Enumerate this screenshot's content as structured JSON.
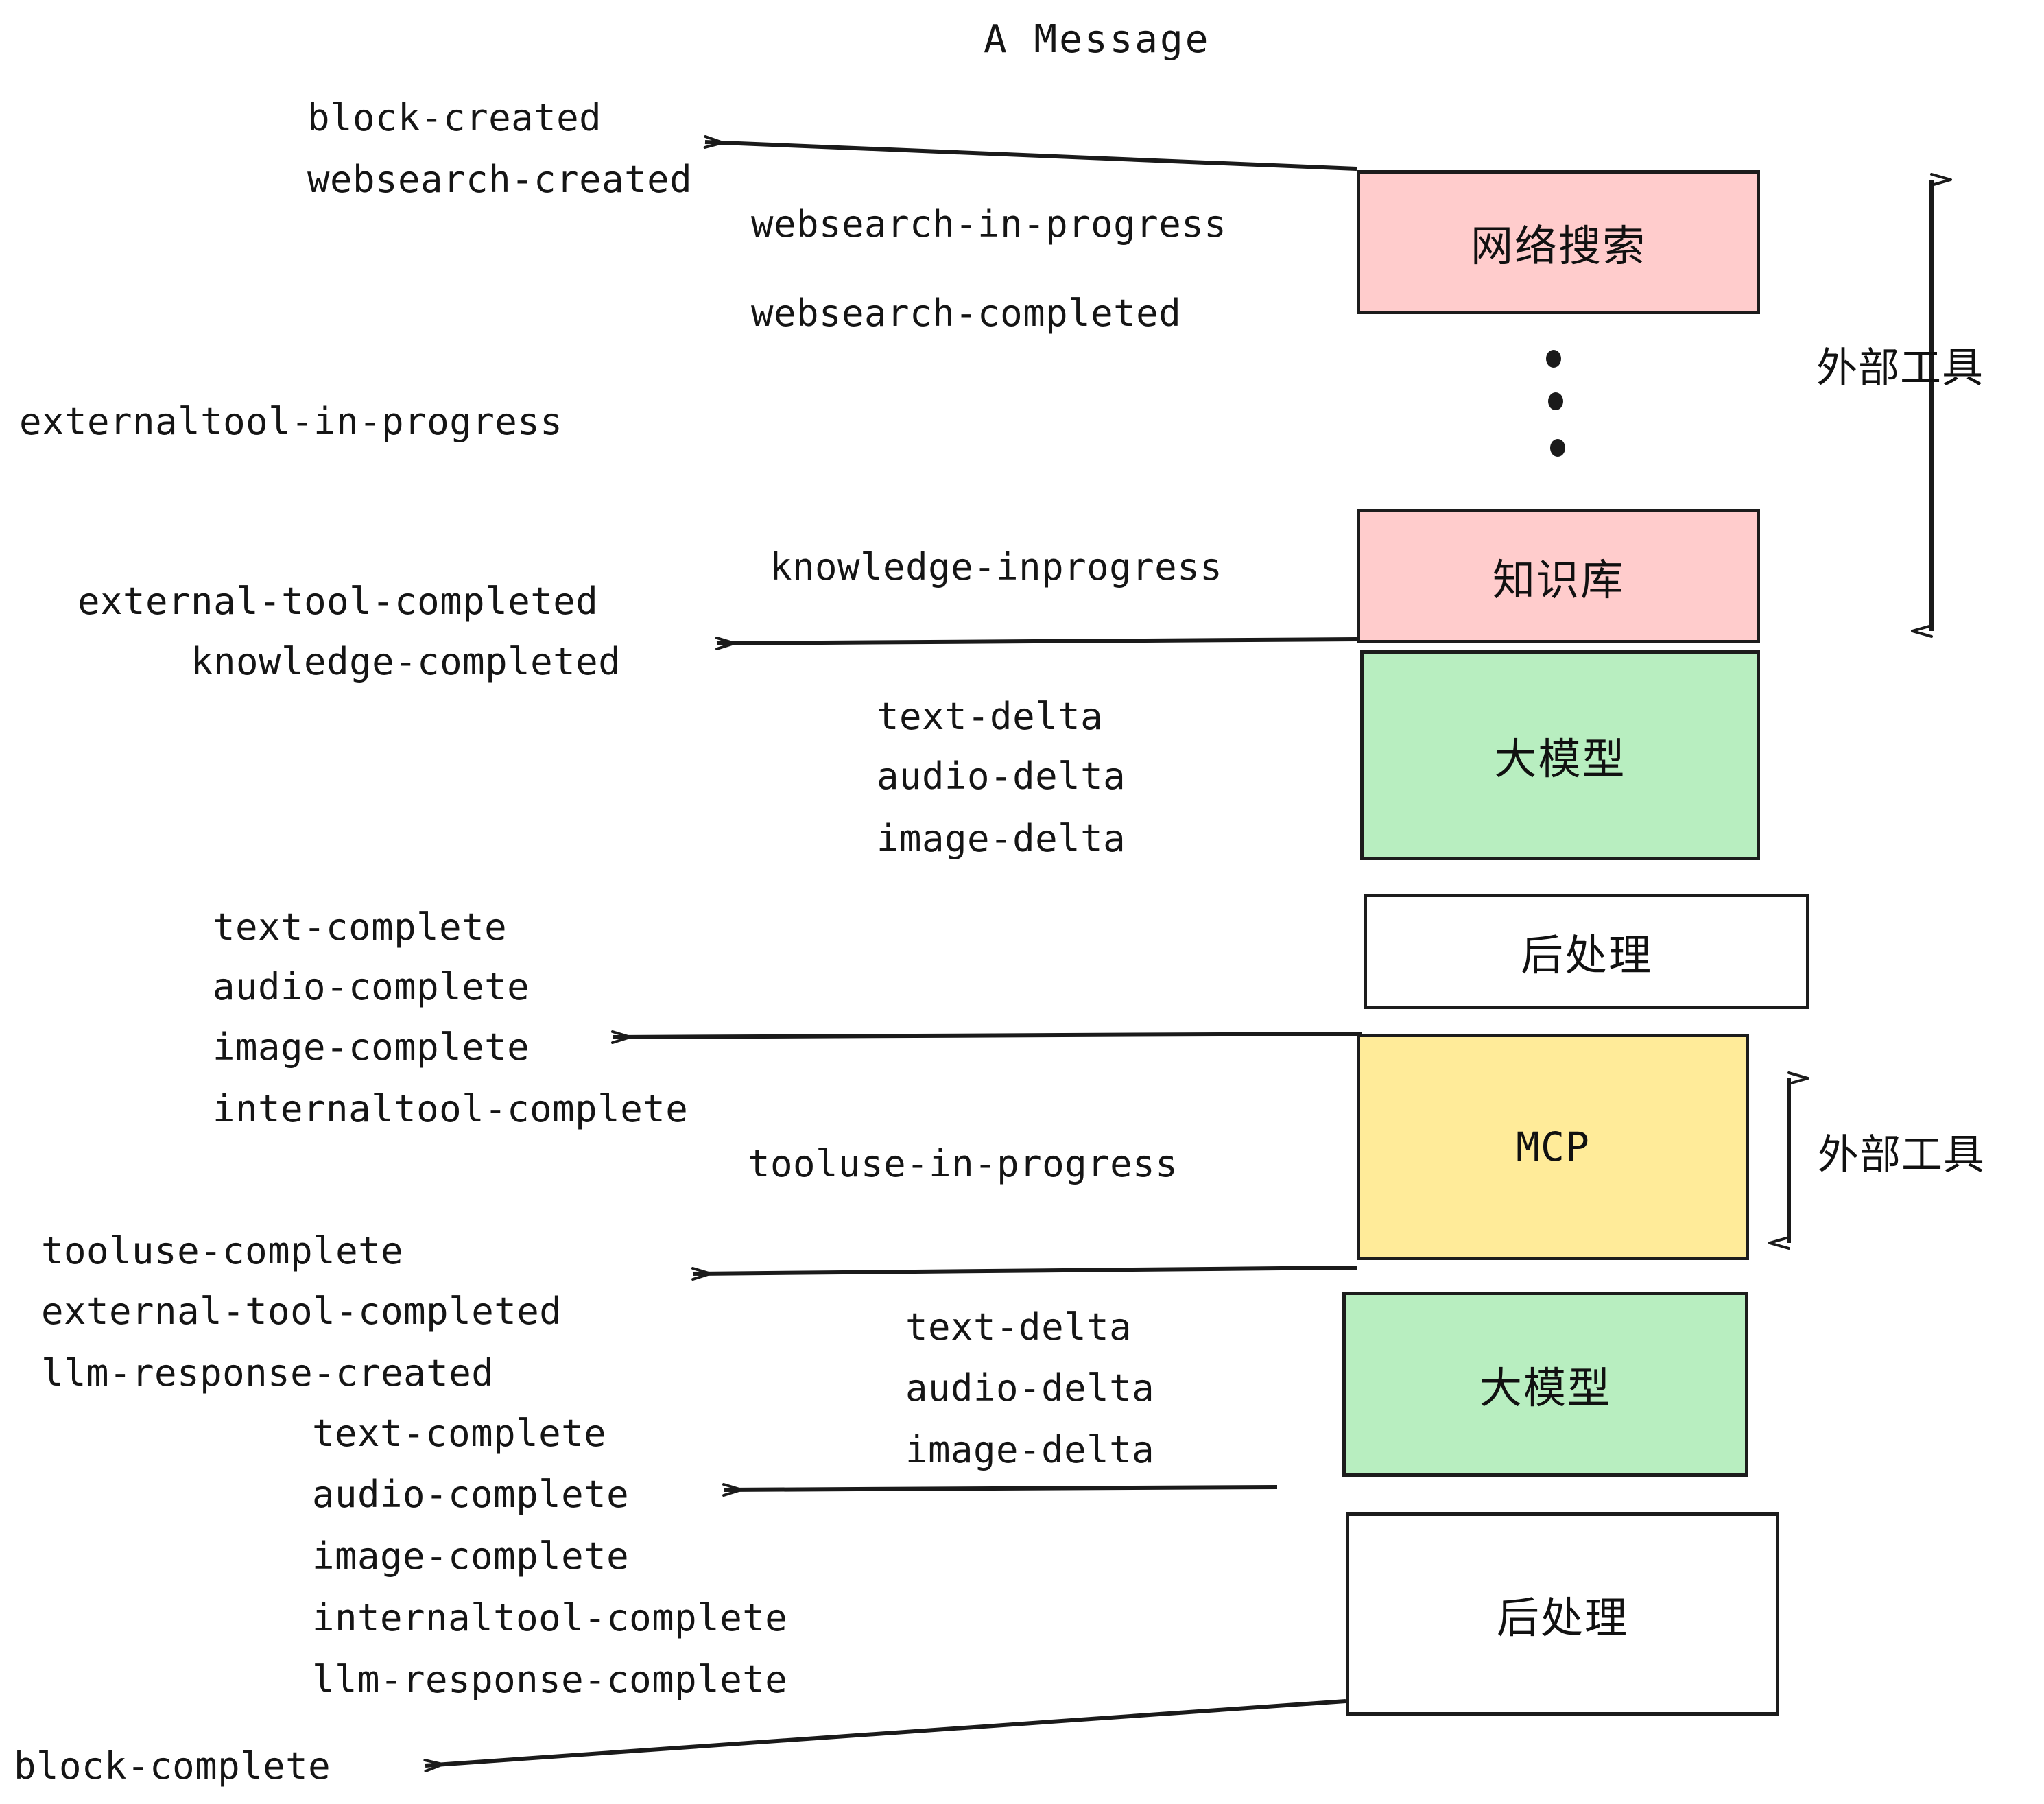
{
  "diagram": {
    "title": "A Message",
    "colors": {
      "pink": "#ffcccc",
      "green": "#b8eec0",
      "yellow": "#ffeb99",
      "white": "#ffffff",
      "stroke": "#1c1c1c",
      "background": "#ffffff"
    },
    "boxes": [
      {
        "id": "websearch",
        "label": "网络搜索",
        "fill": "pink"
      },
      {
        "id": "knowledge",
        "label": "知识库",
        "fill": "pink"
      },
      {
        "id": "llm-top",
        "label": "大模型",
        "fill": "green"
      },
      {
        "id": "postprocess-top",
        "label": "后处理",
        "fill": "white"
      },
      {
        "id": "mcp",
        "label": "MCP",
        "fill": "yellow"
      },
      {
        "id": "llm-bottom",
        "label": "大模型",
        "fill": "green"
      },
      {
        "id": "postprocess-bottom",
        "label": "后处理",
        "fill": "white"
      }
    ],
    "side_labels": [
      {
        "id": "external-tool-top",
        "text": "外部工具"
      },
      {
        "id": "external-tool-bottom",
        "text": "外部工具"
      }
    ],
    "events": [
      {
        "id": "block-created",
        "text": "block-created"
      },
      {
        "id": "websearch-created",
        "text": "websearch-created"
      },
      {
        "id": "websearch-in-progress",
        "text": "websearch-in-progress"
      },
      {
        "id": "websearch-completed",
        "text": "websearch-completed"
      },
      {
        "id": "externaltool-in-progress",
        "text": "externaltool-in-progress"
      },
      {
        "id": "knowledge-inprogress",
        "text": "knowledge-inprogress"
      },
      {
        "id": "external-tool-completed-1",
        "text": "external-tool-completed"
      },
      {
        "id": "knowledge-completed",
        "text": "knowledge-completed"
      },
      {
        "id": "text-delta-1",
        "text": "text-delta"
      },
      {
        "id": "audio-delta-1",
        "text": "audio-delta"
      },
      {
        "id": "image-delta-1",
        "text": "image-delta"
      },
      {
        "id": "text-complete-1",
        "text": "text-complete"
      },
      {
        "id": "audio-complete-1",
        "text": "audio-complete"
      },
      {
        "id": "image-complete-1",
        "text": "image-complete"
      },
      {
        "id": "internaltool-complete-1",
        "text": "internaltool-complete"
      },
      {
        "id": "tooluse-in-progress",
        "text": "tooluse-in-progress"
      },
      {
        "id": "tooluse-complete",
        "text": "tooluse-complete"
      },
      {
        "id": "external-tool-completed-2",
        "text": "external-tool-completed"
      },
      {
        "id": "llm-response-created",
        "text": "llm-response-created"
      },
      {
        "id": "text-delta-2",
        "text": "text-delta"
      },
      {
        "id": "audio-delta-2",
        "text": "audio-delta"
      },
      {
        "id": "image-delta-2",
        "text": "image-delta"
      },
      {
        "id": "text-complete-2",
        "text": "text-complete"
      },
      {
        "id": "audio-complete-2",
        "text": "audio-complete"
      },
      {
        "id": "image-complete-2",
        "text": "image-complete"
      },
      {
        "id": "internaltool-complete-2",
        "text": "internaltool-complete"
      },
      {
        "id": "llm-response-complete",
        "text": "llm-response-complete"
      },
      {
        "id": "block-complete",
        "text": "block-complete"
      }
    ]
  }
}
